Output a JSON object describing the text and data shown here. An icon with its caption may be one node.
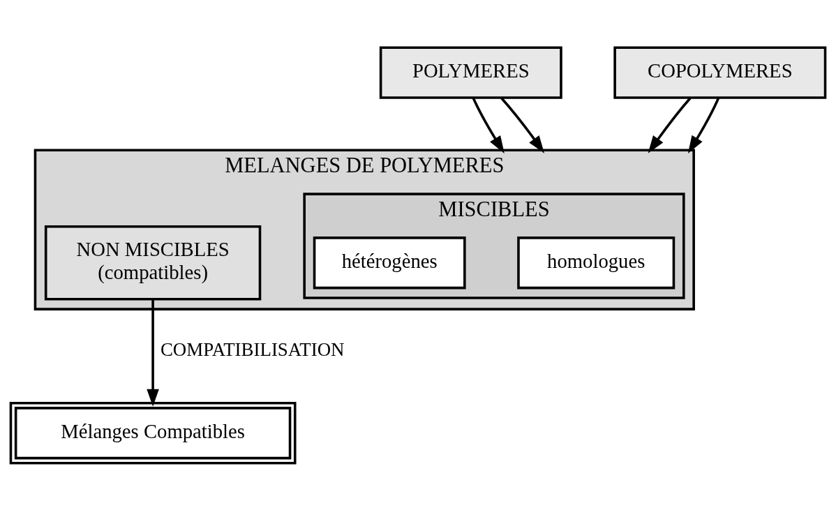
{
  "diagram": {
    "nodes": [
      {
        "text": [
          "POLYMERES"
        ]
      },
      {
        "text": [
          "COPOLYMERES"
        ]
      },
      {
        "text": [
          "MELANGES DE POLYMERES"
        ]
      },
      {
        "text": [
          "MISCIBLES"
        ],
        "in": 2
      },
      {
        "text": [
          "homologues"
        ],
        "in": 3
      },
      {
        "text": [
          "hétérogènes"
        ],
        "in": 3
      },
      {
        "text": [
          "NON MISCIBLES",
          "(compatibles)"
        ],
        "in": 2
      },
      {
        "text": [
          "Mélanges Compatibles"
        ]
      }
    ],
    "edges": [
      {
        "from": 0,
        "to": 2,
        "arrow": "to"
      },
      {
        "from": 0,
        "to": 2,
        "arrow": "to"
      },
      {
        "from": 1,
        "to": 2,
        "arrow": "to"
      },
      {
        "from": 1,
        "to": 2,
        "arrow": "to"
      },
      {
        "from": 6,
        "to": 7,
        "arrow": "to",
        "label": "COMPATIBILISATION"
      }
    ]
  }
}
